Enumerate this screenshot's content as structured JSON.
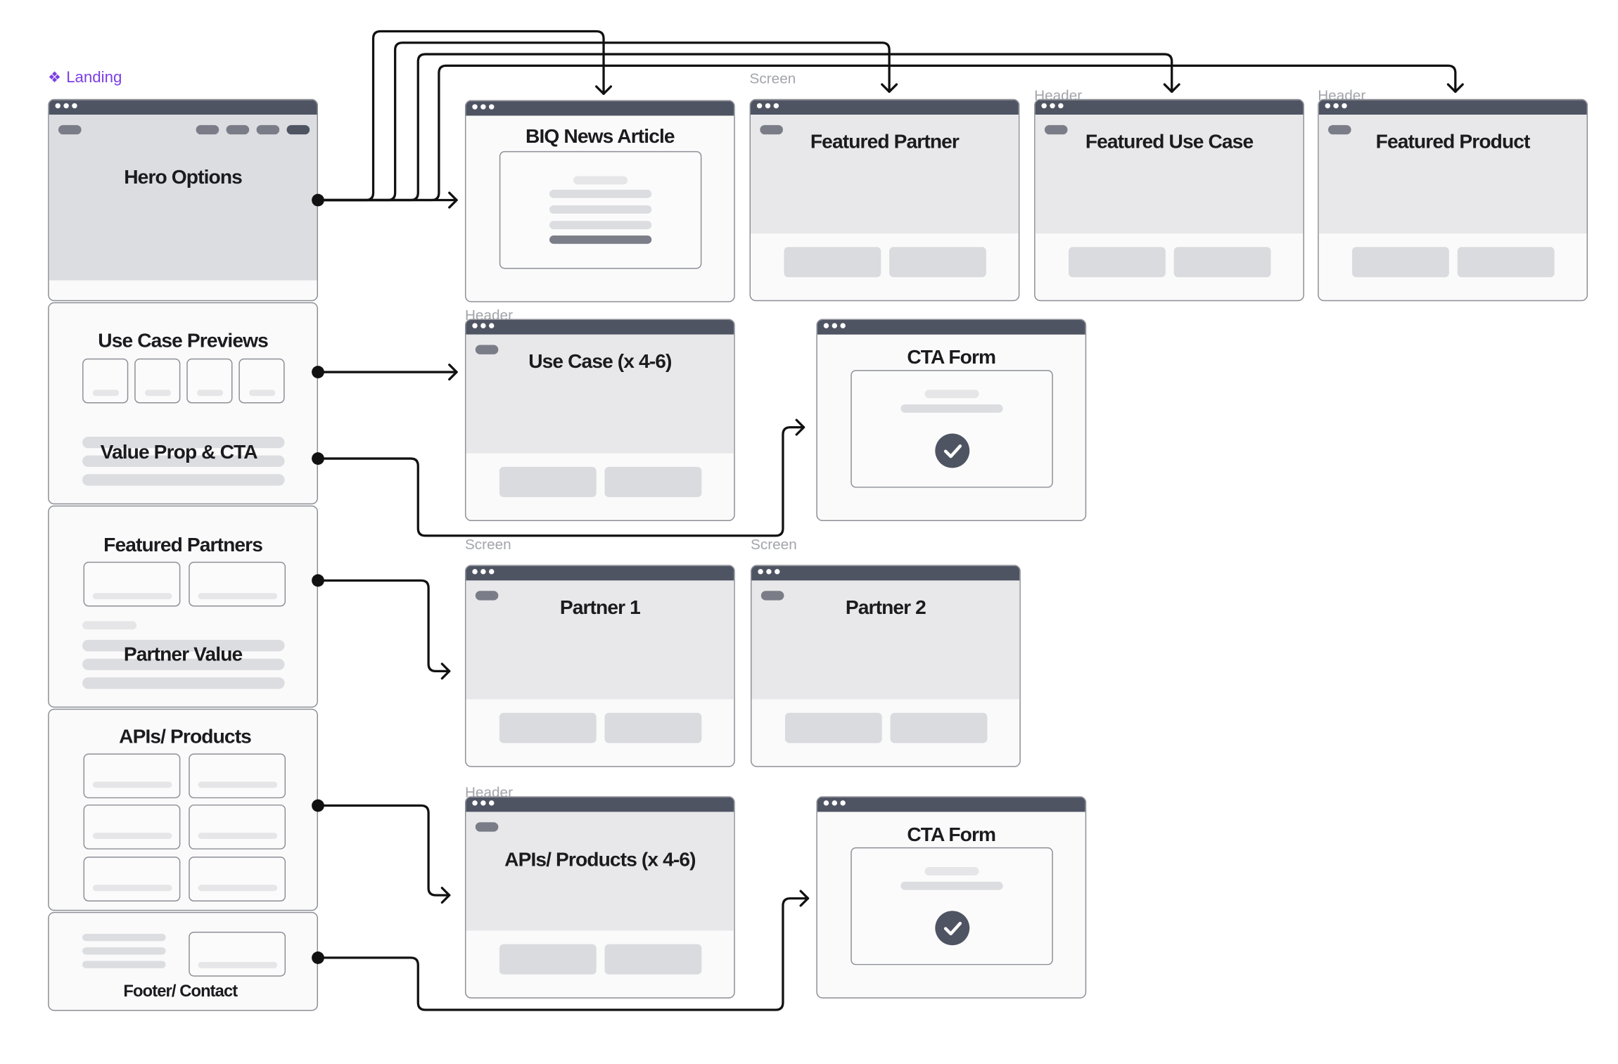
{
  "page_label": {
    "icon": "component-icon",
    "text": "Landing",
    "color": "#7b3fe4"
  },
  "landing_sections": {
    "hero": "Hero Options",
    "use_case_previews": "Use Case Previews",
    "value_prop": "Value Prop & CTA",
    "featured_partners": "Featured Partners",
    "partner_value": "Partner Value",
    "apis_products": "APIs/ Products",
    "footer": "Footer/ Contact"
  },
  "screens": {
    "news_article": "BIQ News Article",
    "featured_partner": "Featured Partner",
    "featured_use_case": "Featured Use Case",
    "featured_product": "Featured Product",
    "use_case": "Use Case (x 4-6)",
    "cta_form_1": "CTA Form",
    "partner_1": "Partner 1",
    "partner_2": "Partner 2",
    "apis_products_detail": "APIs/ Products (x 4-6)",
    "cta_form_2": "CTA Form"
  },
  "frame_captions": {
    "featured_partner": "Screen",
    "featured_use_case": "Header",
    "featured_product": "Header",
    "use_case": "Header",
    "partner_1": "Screen",
    "partner_2": "Screen",
    "apis_products_detail": "Header"
  },
  "colors": {
    "chrome": "#4f5463",
    "connector": "#111111",
    "accent": "#7b3fe4"
  }
}
